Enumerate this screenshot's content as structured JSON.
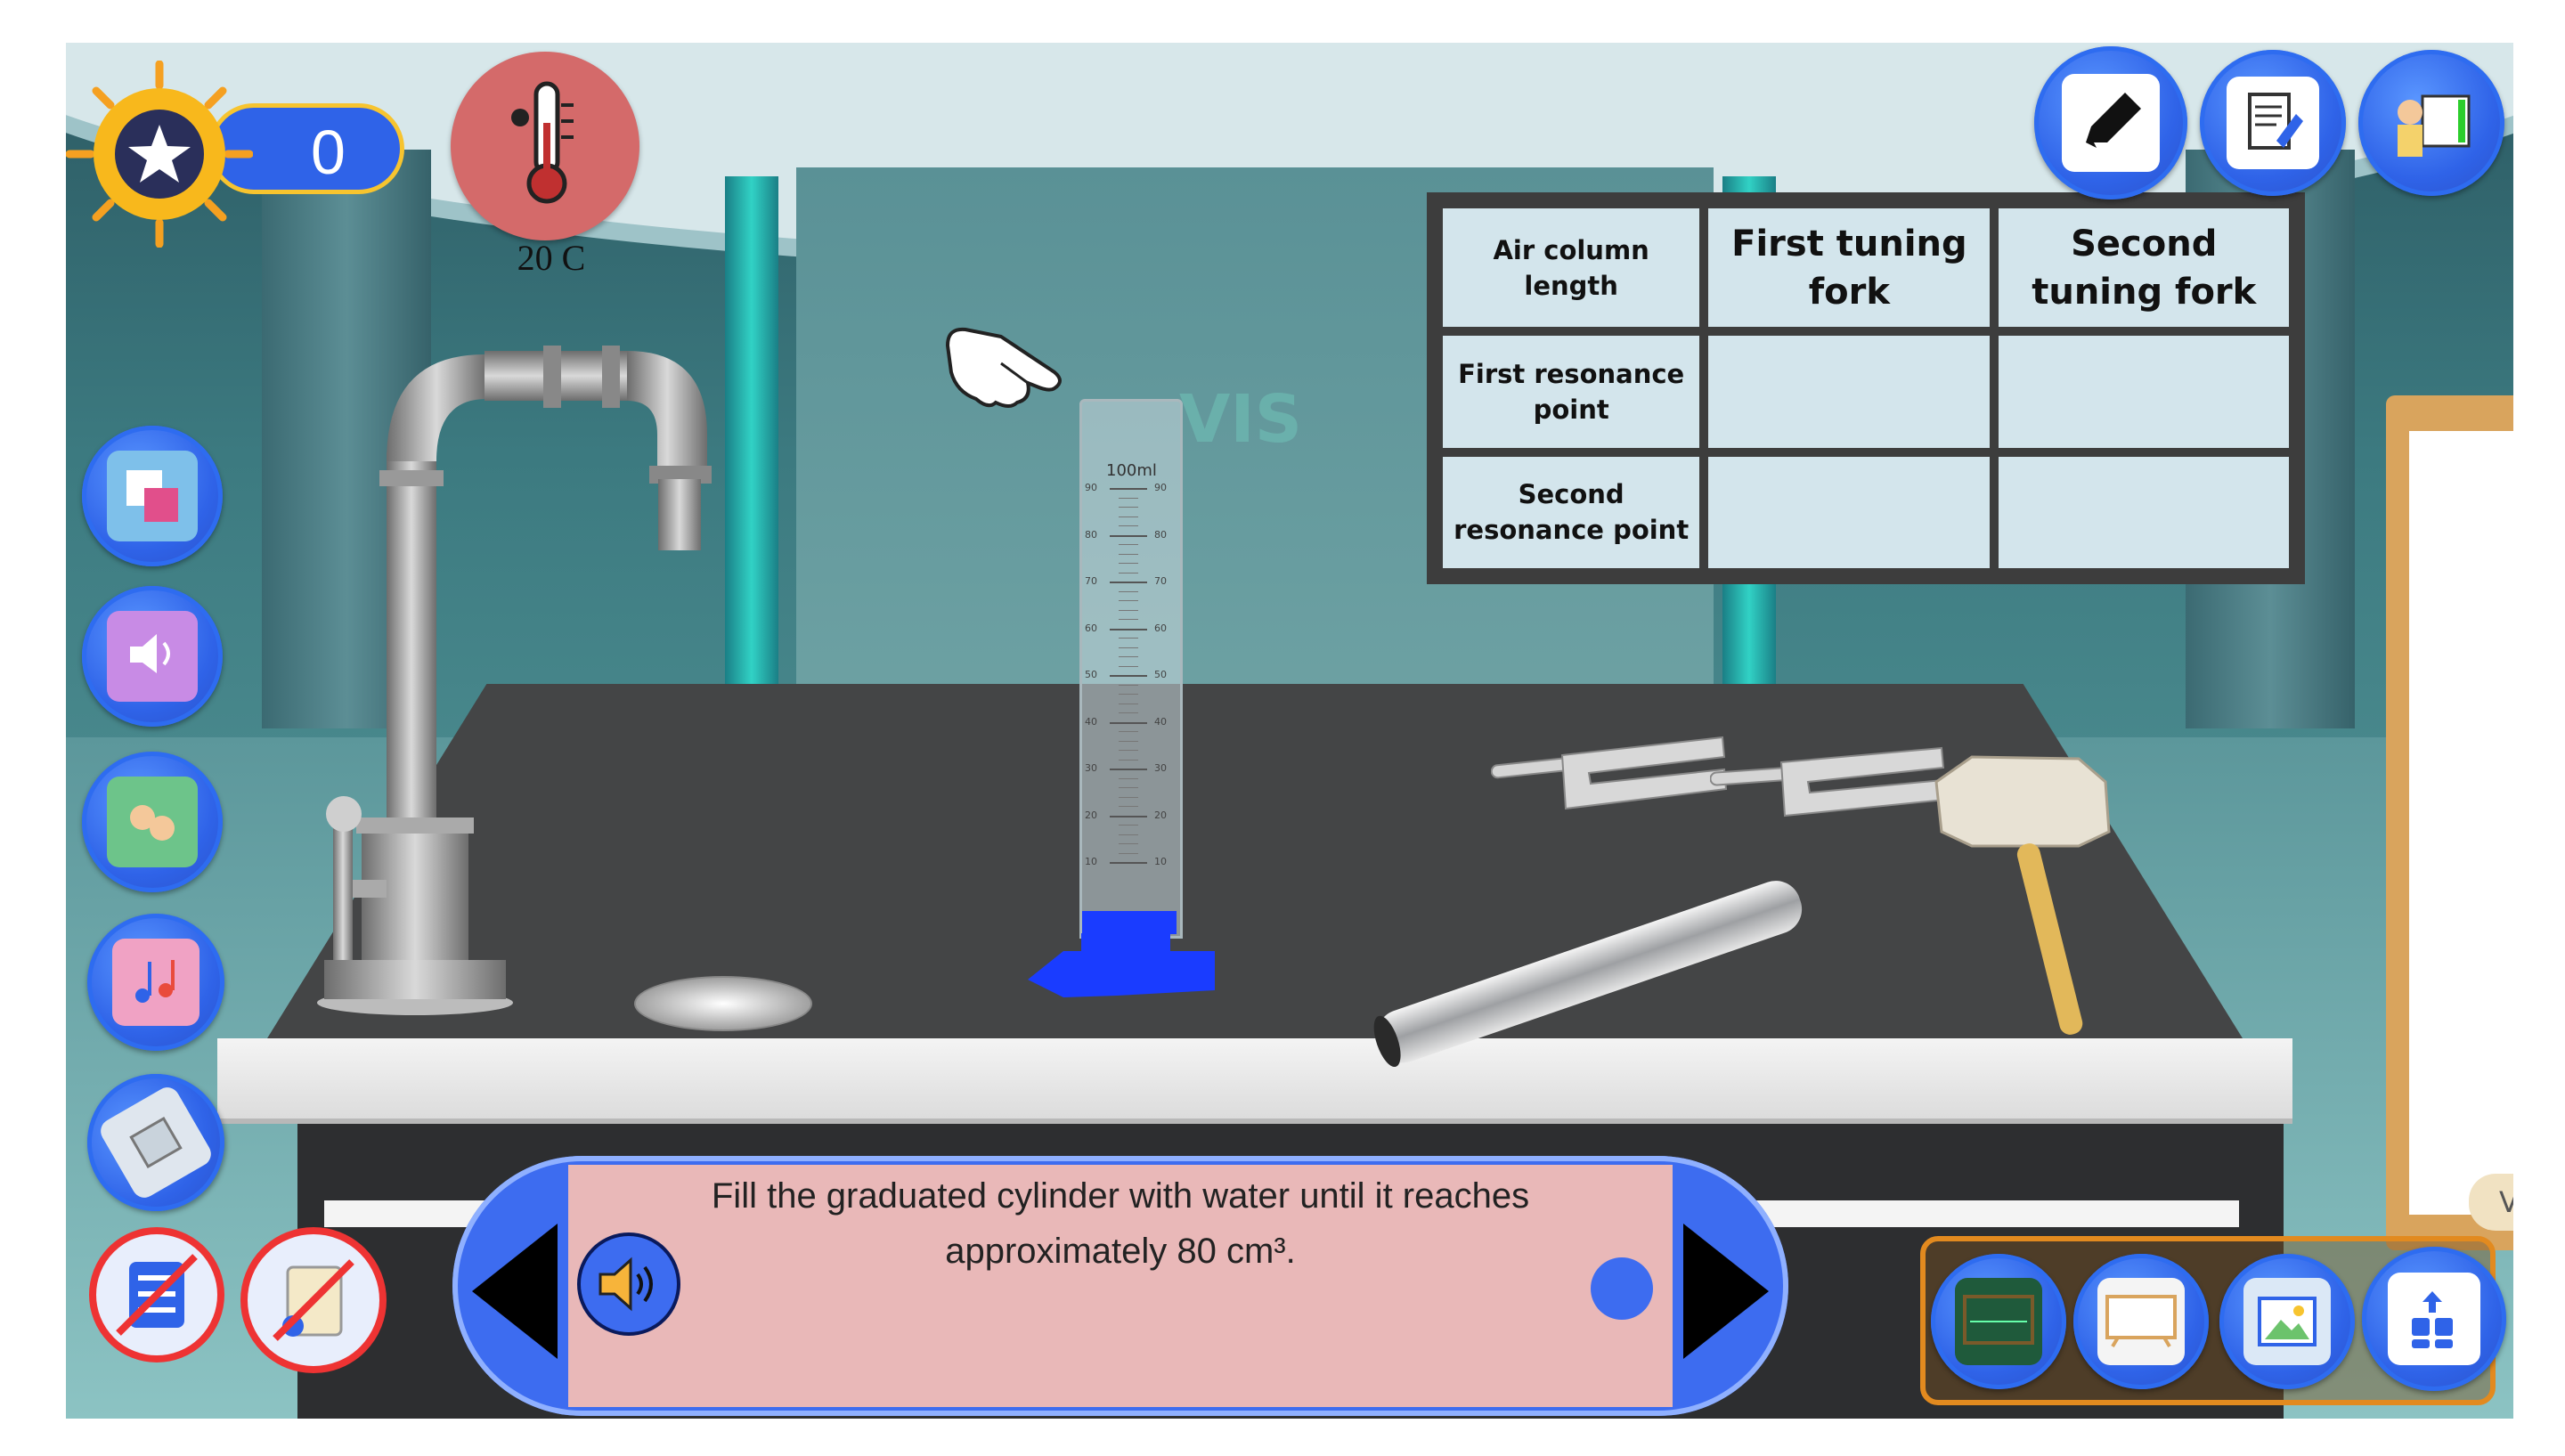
{
  "score": {
    "value": "0"
  },
  "temperature": {
    "label": "20 C"
  },
  "table": {
    "header_row": {
      "col0": "Air column length",
      "col1": "First tuning fork",
      "col2": "Second tuning fork"
    },
    "rows": [
      {
        "label": "First resonance point",
        "first": "",
        "second": ""
      },
      {
        "label": "Second resonance point",
        "first": "",
        "second": ""
      }
    ]
  },
  "cylinder": {
    "capacity_label": "100ml",
    "ticks_left": [
      "90",
      "80",
      "70",
      "60",
      "50",
      "40",
      "30",
      "20",
      "10"
    ],
    "ticks_right": [
      "90",
      "80",
      "70",
      "60",
      "50",
      "40",
      "30",
      "20",
      "10"
    ]
  },
  "watermark": {
    "text": "VIS"
  },
  "instruction": {
    "text": "Fill the graduated cylinder with water until it reaches approximately 80 cm³."
  },
  "board_peek": {
    "text": "V"
  },
  "colors": {
    "accent": "#2f63e8",
    "message_bg": "#e9b8b8",
    "counter_bg": "#2f63e8",
    "thermo_bg": "#d46a6a",
    "liquid": "#1a3cff"
  },
  "icons": {
    "top_right": [
      "pencil-icon",
      "worksheet-icon",
      "teacher-board-icon"
    ],
    "left": [
      "language-icon",
      "volume-icon",
      "hands-icon",
      "music-icon",
      "fill-icon",
      "no-list-icon",
      "no-clipboard-icon"
    ],
    "bottom_right": [
      "chalkboard-icon",
      "whiteboard-icon",
      "gallery-icon",
      "apps-upload-icon"
    ]
  }
}
